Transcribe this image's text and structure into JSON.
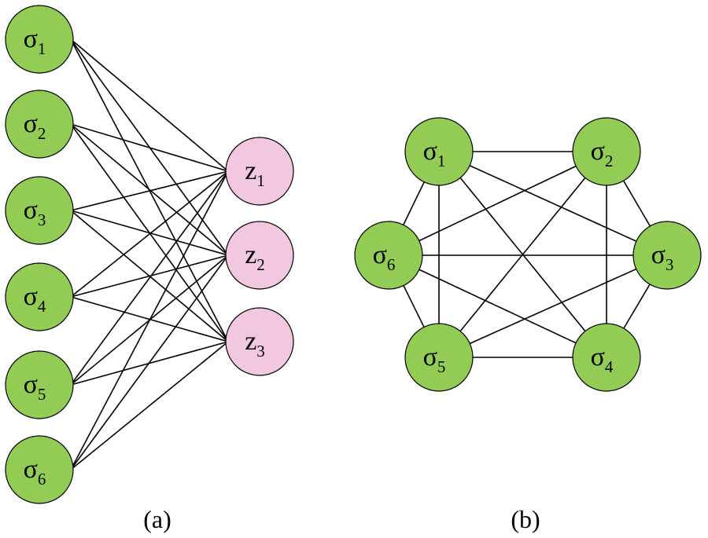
{
  "colors": {
    "sigma_fill": "#92cc55",
    "z_fill": "#f2c8e0",
    "stroke": "#000000"
  },
  "panel_a": {
    "caption": "(a)",
    "visible": [
      {
        "id": "s1",
        "base": "σ",
        "sub": "1"
      },
      {
        "id": "s2",
        "base": "σ",
        "sub": "2"
      },
      {
        "id": "s3",
        "base": "σ",
        "sub": "3"
      },
      {
        "id": "s4",
        "base": "σ",
        "sub": "4"
      },
      {
        "id": "s5",
        "base": "σ",
        "sub": "5"
      },
      {
        "id": "s6",
        "base": "σ",
        "sub": "6"
      }
    ],
    "hidden": [
      {
        "id": "z1",
        "base": "z",
        "sub": "1"
      },
      {
        "id": "z2",
        "base": "z",
        "sub": "2"
      },
      {
        "id": "z3",
        "base": "z",
        "sub": "3"
      }
    ],
    "edges": "complete-bipartite"
  },
  "panel_b": {
    "caption": "(b)",
    "nodes": [
      {
        "id": "b1",
        "base": "σ",
        "sub": "1"
      },
      {
        "id": "b2",
        "base": "σ",
        "sub": "2"
      },
      {
        "id": "b3",
        "base": "σ",
        "sub": "3"
      },
      {
        "id": "b4",
        "base": "σ",
        "sub": "4"
      },
      {
        "id": "b5",
        "base": "σ",
        "sub": "5"
      },
      {
        "id": "b6",
        "base": "σ",
        "sub": "6"
      }
    ],
    "edges": "complete-graph"
  }
}
